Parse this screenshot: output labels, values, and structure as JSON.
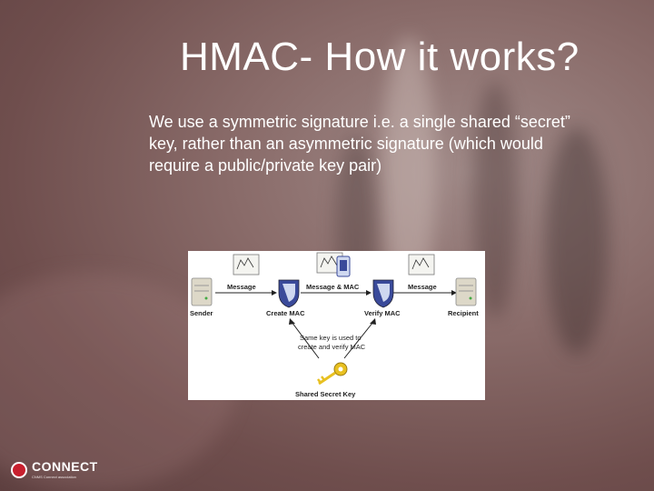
{
  "slide": {
    "title": "HMAC- How it works?",
    "body": "We use a symmetric signature i.e. a single shared “secret” key, rather than an asymmetric signature (which would require a public/private key pair)"
  },
  "diagram": {
    "labels": {
      "sender": "Sender",
      "create_mac": "Create MAC",
      "verify_mac": "Verify MAC",
      "recipient": "Recipient",
      "message_left": "Message",
      "message_and_mac": "Message & MAC",
      "message_right": "Message",
      "note_line1": "Same key is used to",
      "note_line2": "create and verify MAC",
      "shared_key": "Shared Secret Key"
    }
  },
  "logo": {
    "text": "CONNECT",
    "subtitle": "CNMS Connect association"
  },
  "colors": {
    "background": "#7a5958",
    "title": "#ffffff",
    "logo_red": "#c8202e",
    "key_gold": "#e8c020",
    "shield_blue": "#3a4a9a"
  }
}
